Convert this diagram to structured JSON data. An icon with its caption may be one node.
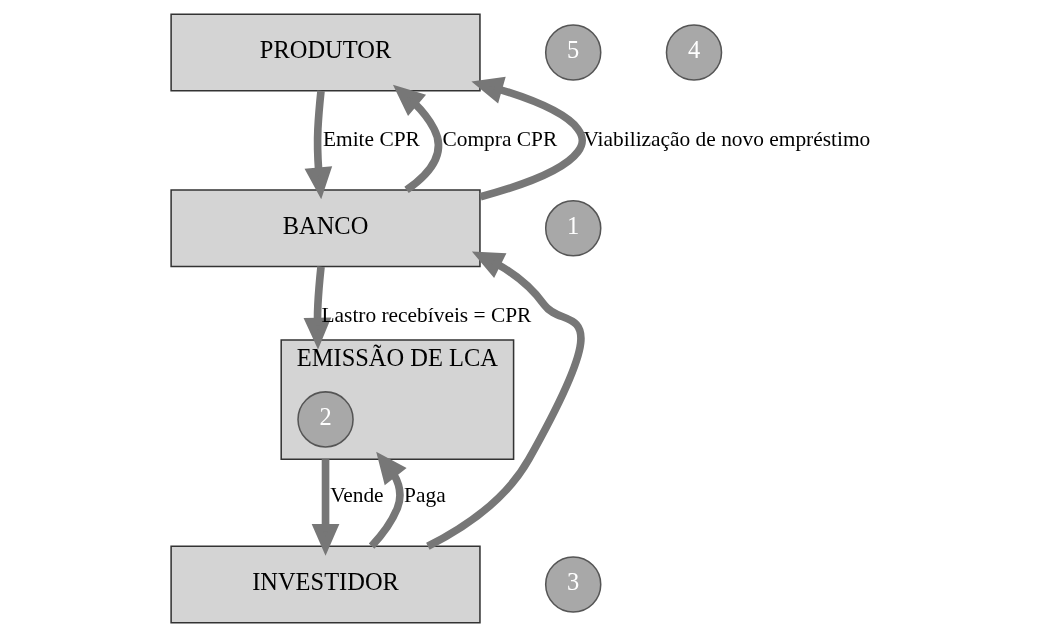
{
  "diagram": {
    "nodes": [
      {
        "text": [
          "PRODUTOR"
        ]
      },
      {
        "text": [
          "5"
        ]
      },
      {
        "text": [
          "1"
        ]
      },
      {
        "text": [
          "BANCO"
        ]
      },
      {
        "text": [
          "EMISSÃO DE LCA"
        ]
      },
      {
        "text": [
          "2"
        ],
        "in": 4
      },
      {
        "text": [
          "4"
        ]
      },
      {
        "text": [
          "3"
        ]
      },
      {
        "text": [
          "INVESTIDOR"
        ]
      }
    ],
    "edges": [
      {
        "from": 0,
        "to": 3,
        "arrow": "to",
        "label": "Emite CPR"
      },
      {
        "from": 3,
        "to": 0,
        "arrow": "to",
        "label": "Compra CPR"
      },
      {
        "from": 3,
        "to": 0,
        "arrow": "to",
        "label": "Viabilização de novo empréstimo"
      },
      {
        "from": 3,
        "to": 4,
        "arrow": "to",
        "label": "Lastro recebíveis = CPR"
      },
      {
        "from": 4,
        "to": 8,
        "arrow": "to",
        "label": "Vende"
      },
      {
        "from": 8,
        "to": 4,
        "arrow": "to",
        "label": "Paga"
      },
      {
        "from": 8,
        "to": 3,
        "arrow": "to"
      }
    ]
  }
}
